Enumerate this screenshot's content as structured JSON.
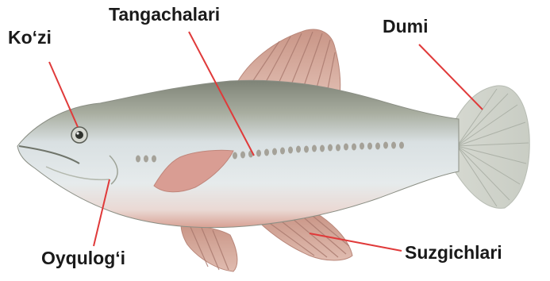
{
  "labels": {
    "eye": "Ko‘zi",
    "scales": "Tangachalari",
    "tail": "Dumi",
    "mouth": "Oyqulog‘i",
    "fins": "Suzgichlari"
  },
  "colors": {
    "body_top": "#8f9488",
    "body_mid": "#dde4e6",
    "belly": "#eadfdc",
    "belly_edge": "#d9a79b",
    "fin": "#d3a79a",
    "fin_ray": "#a8786d",
    "pointer_line": "#e03a3a",
    "lateral_dots": "#9c978c"
  }
}
